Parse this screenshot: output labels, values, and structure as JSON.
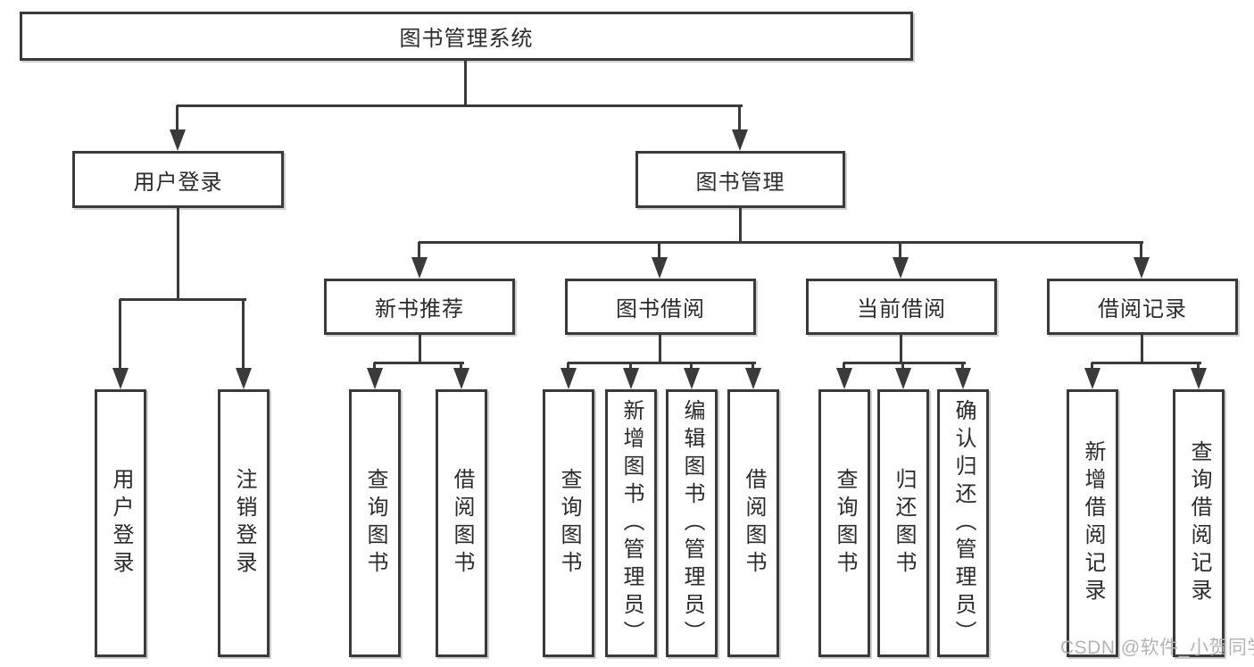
{
  "canvas": {
    "watermark": "CSDN @软件_小贺同学"
  },
  "colors": {
    "line": "#3a3a3a",
    "text": "#2b2b2b",
    "watermark": "#b3b3b3",
    "bg": "#ffffff"
  },
  "tree": {
    "root": "图书管理系统",
    "branches": [
      {
        "label": "用户登录",
        "leaves": [
          "用户登录",
          "注销登录"
        ]
      },
      {
        "label": "图书管理",
        "children": [
          {
            "label": "新书推荐",
            "leaves": [
              "查询图书",
              "借阅图书"
            ]
          },
          {
            "label": "图书借阅",
            "leaves": [
              "查询图书",
              "新增图书（管理员）",
              "编辑图书（管理员）",
              "借阅图书"
            ]
          },
          {
            "label": "当前借阅",
            "leaves": [
              "查询图书",
              "归还图书",
              "确认归还（管理员）"
            ]
          },
          {
            "label": "借阅记录",
            "leaves": [
              "新增借阅记录",
              "查询借阅记录"
            ]
          }
        ]
      }
    ]
  }
}
